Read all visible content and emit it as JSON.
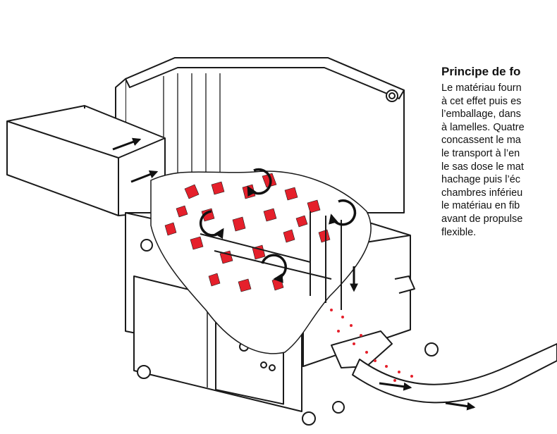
{
  "title": "Principe de fo",
  "description_lines": [
    "Le matériau fourn",
    "à cet effet puis es",
    "l’emballage, dans",
    "à lamelles. Quatre",
    "concassent le ma",
    "le transport à l’en",
    "le sas dose le mat",
    "hachage puis l’éc",
    "chambres inférieu",
    "le matériau en fib",
    "avant de propulse",
    "flexible."
  ],
  "colors": {
    "accent": "#e5202b",
    "line": "#1a1a1a",
    "fill": "#ffffff"
  },
  "icons": [
    "rotation-arrow-icon",
    "direction-arrow-icon",
    "control-knob-icon",
    "caster-wheel-icon"
  ]
}
